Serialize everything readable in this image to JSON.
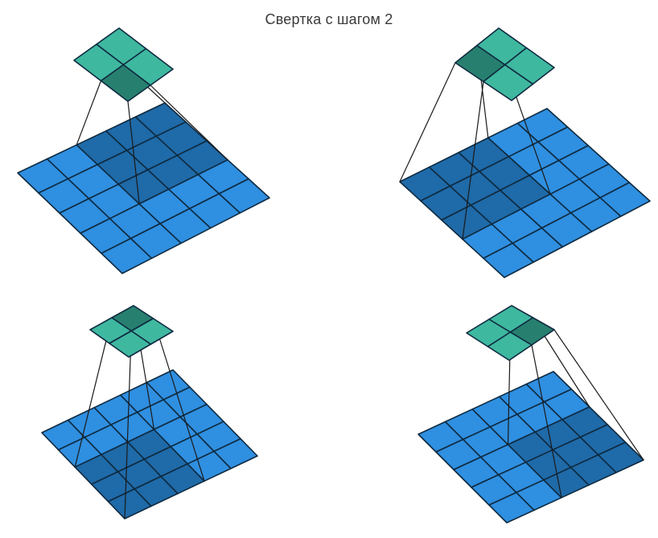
{
  "title": "Свертка с шагом 2",
  "colors": {
    "input_cell": "#2f8fe0",
    "input_cell_active": "#1f6aa8",
    "output_cell": "#3fb8a0",
    "output_cell_active": "#27806f",
    "grid_line": "#0e2a40",
    "projection_line": "#1a1a1a"
  },
  "convolution": {
    "input_size": 5,
    "output_size": 2,
    "kernel_size": 3,
    "stride": 2
  },
  "panels": [
    {
      "id": "top-left",
      "output_position": [
        0,
        1
      ],
      "input_window": [
        2,
        0
      ]
    },
    {
      "id": "top-right",
      "output_position": [
        0,
        0
      ],
      "input_window": [
        0,
        0
      ]
    },
    {
      "id": "bottom-left",
      "output_position": [
        1,
        0
      ],
      "input_window": [
        0,
        2
      ]
    },
    {
      "id": "bottom-right",
      "output_position": [
        1,
        1
      ],
      "input_window": [
        2,
        2
      ]
    }
  ]
}
